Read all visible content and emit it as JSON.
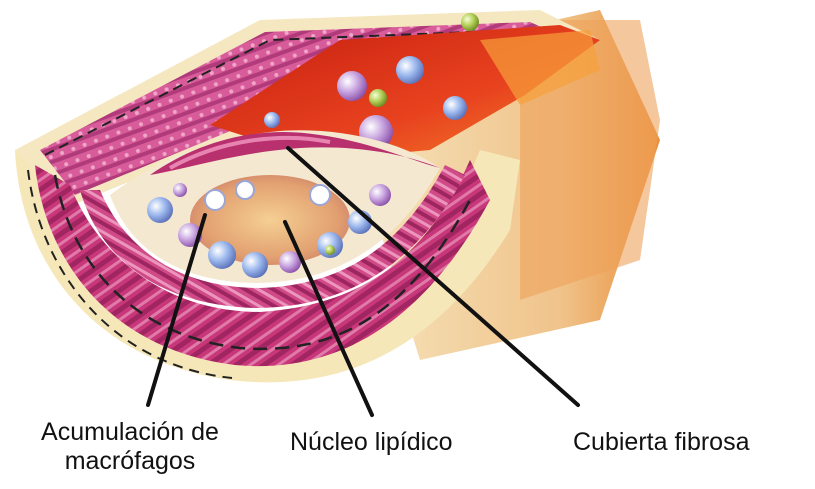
{
  "labels": {
    "macrophages_line1": "Acumulación de",
    "macrophages_line2": "macrófagos",
    "lipid_core": "Núcleo lipídico",
    "fibrous_cap": "Cubierta fibrosa"
  },
  "colors": {
    "blood": "#e0321a",
    "muscle": "#c8377a",
    "adventitia": "#f3e3b5",
    "lipid": "#e9b27a",
    "cell_blue": "#8fb0e8",
    "cell_green": "#a6c64a"
  }
}
